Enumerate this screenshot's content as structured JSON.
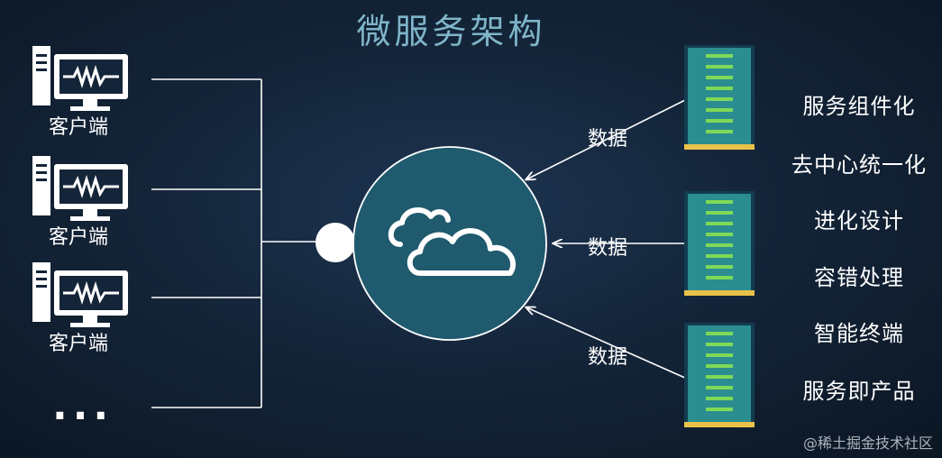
{
  "title": "微服务架构",
  "clients": [
    "客户端",
    "客户端",
    "客户端"
  ],
  "ellipsis": "...",
  "data_labels": [
    "数据",
    "数据",
    "数据"
  ],
  "features": [
    "服务组件化",
    "去中心统一化",
    "进化设计",
    "容错处理",
    "智能终端",
    "服务即产品"
  ],
  "watermark": "@稀土掘金技术社区",
  "icons": {
    "client": "computer-monitor-icon",
    "center": "cloud-icon",
    "server": "server-rack-icon",
    "connector": "connector-node-icon"
  },
  "colors": {
    "background": "#142539",
    "title": "#7fb5c9",
    "lines": "#ffffff",
    "circle_fill": "#1f5a6e",
    "rack_green": "#7ed957",
    "rack_base": "#e8c24a"
  }
}
